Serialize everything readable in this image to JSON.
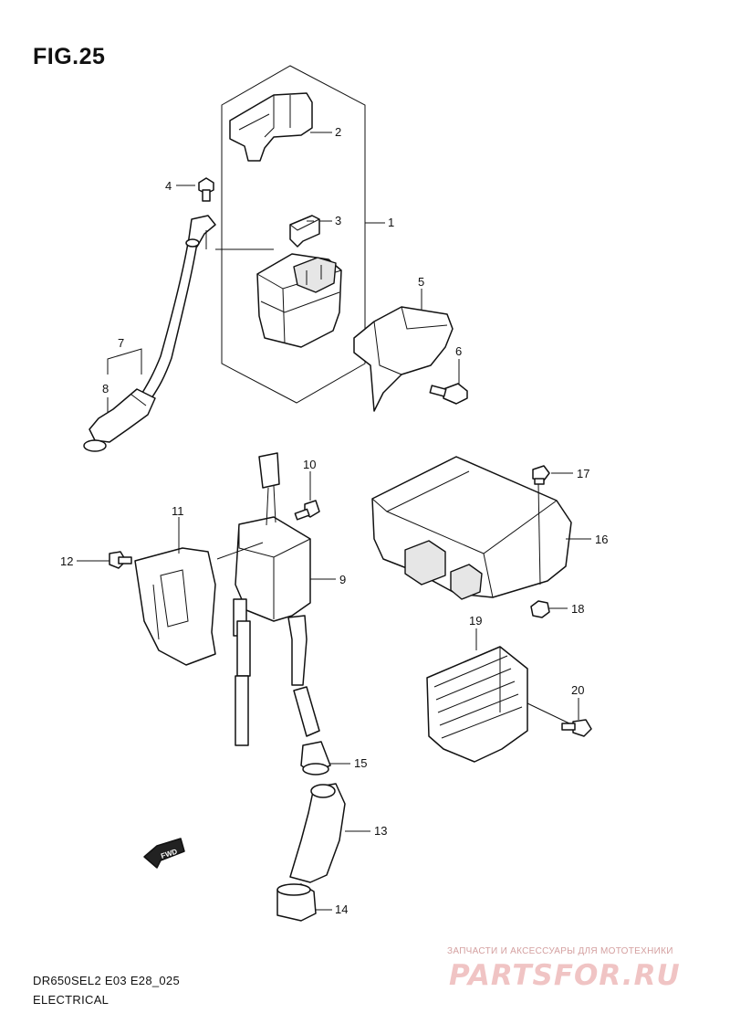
{
  "figure_title": "FIG.25",
  "callouts": [
    "1",
    "2",
    "3",
    "4",
    "5",
    "6",
    "7",
    "8",
    "9",
    "10",
    "11",
    "12",
    "13",
    "14",
    "15",
    "16",
    "17",
    "18",
    "19",
    "20"
  ],
  "fwd_label": "FWD",
  "footer": {
    "model_code": "DR650SEL2 E03 E28_025",
    "section_name": "ELECTRICAL"
  },
  "watermark": {
    "caption": "ЗАПЧАСТИ И АКСЕССУАРЫ ДЛЯ МОТОТЕХНИКИ",
    "logo": "PARTSFOR.RU",
    "color": "#f0c4c4"
  }
}
